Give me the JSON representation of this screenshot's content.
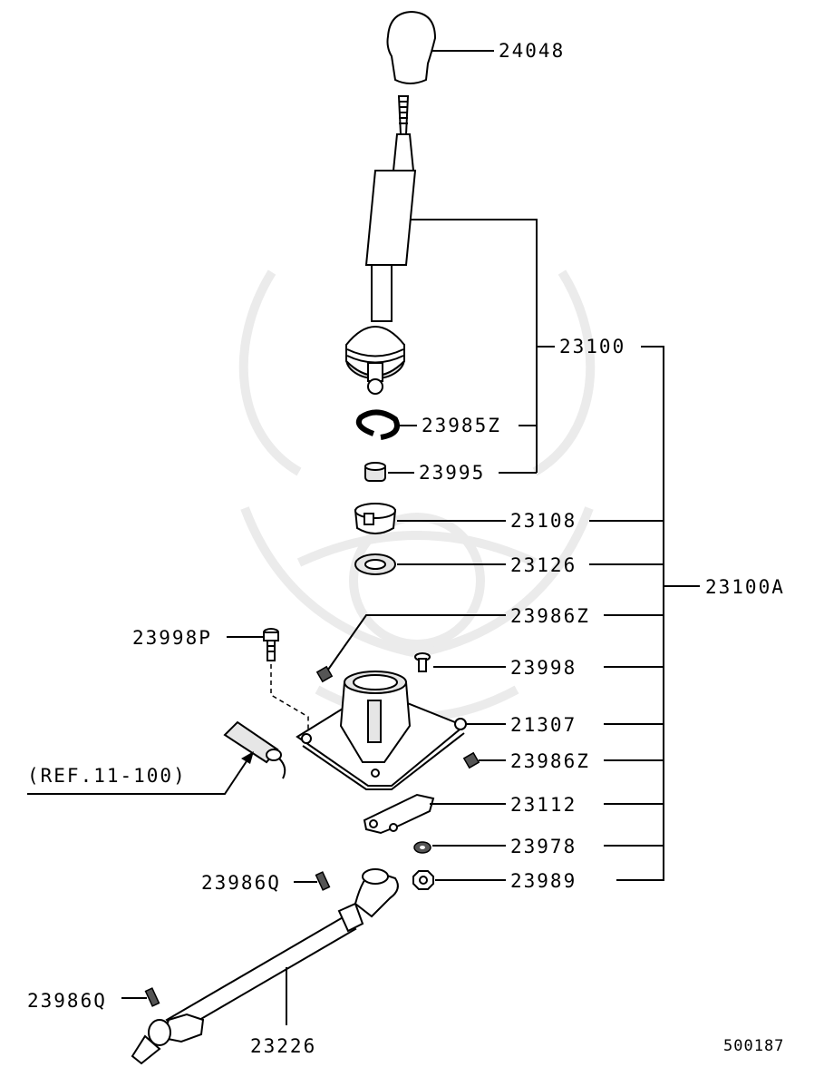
{
  "diagram_code": "500187",
  "reference": "(REF.11-100)",
  "parts": {
    "knob": "24048",
    "lever_assembly": "23100",
    "circlip": "23985Z",
    "bushing": "23995",
    "retainer": "23108",
    "seat": "23126",
    "grease_fitting_top": "23986Z",
    "bolt_left": "23998P",
    "bolt_right": "23998",
    "housing": "21307",
    "grease_fitting_right": "23986Z",
    "plate": "23112",
    "washer": "23978",
    "nut": "23989",
    "pin_upper": "23986Q",
    "pin_lower": "23986Q",
    "rod": "23226",
    "assembly_total": "23100A"
  }
}
